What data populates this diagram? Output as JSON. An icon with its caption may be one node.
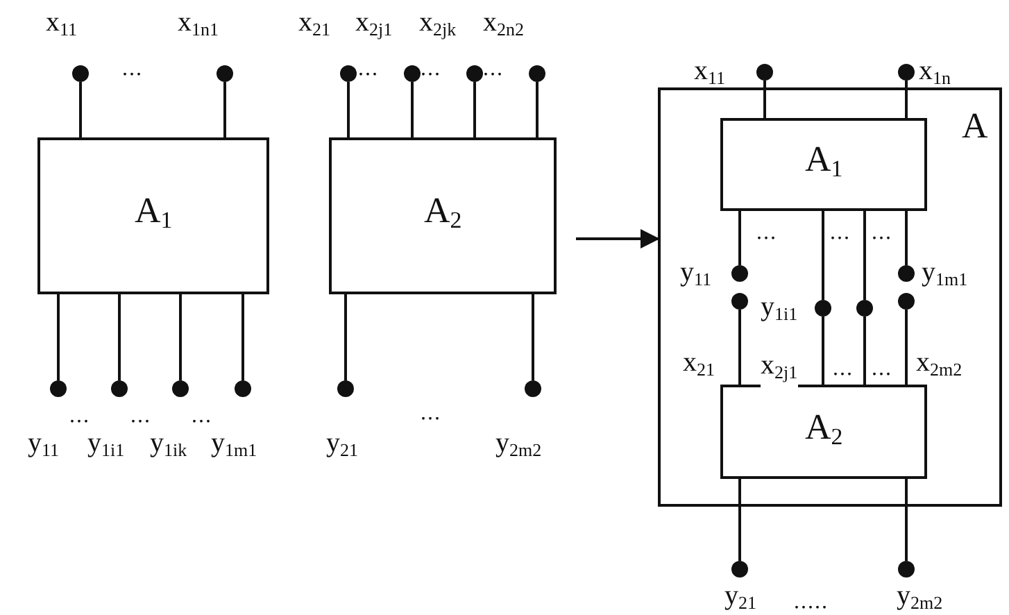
{
  "diagram": {
    "nodes": [
      {
        "text": [
          "A$_{1}$"
        ]
      },
      {
        "text": [
          "x$_{11}$"
        ]
      },
      {
        "text": [
          "x$_{1n1}$"
        ]
      },
      {
        "text": [
          "y$_{11}$"
        ]
      },
      {
        "text": [
          "y$_{1i1}$"
        ]
      },
      {
        "text": [
          "y$_{1ik}$"
        ]
      },
      {
        "text": [
          "y$_{1m1}$"
        ]
      },
      {
        "text": [
          "A$_{2}$"
        ]
      },
      {
        "text": [
          "x$_{21}$"
        ]
      },
      {
        "text": [
          "x$_{2j1}$"
        ]
      },
      {
        "text": [
          "x$_{2jk}$"
        ]
      },
      {
        "text": [
          "x$_{2n2}$"
        ]
      },
      {
        "text": [
          "y$_{21}$"
        ]
      },
      {
        "text": [
          "y$_{2m2}$"
        ]
      },
      {
        "text": [
          "A"
        ]
      },
      {
        "text": [
          "A$_{1}$"
        ],
        "in": 14
      },
      {
        "text": [
          "x$_{11}$"
        ]
      },
      {
        "text": [
          "x$_{1n}$"
        ]
      },
      {
        "text": [
          "y$_{11}$"
        ],
        "in": 14
      },
      {
        "text": [
          "y$_{1m1}$"
        ],
        "in": 14
      },
      {
        "text": [
          "x$_{21}$"
        ],
        "in": 14
      },
      {
        "text": [
          "y$_{1i1}$"
        ],
        "in": 14
      },
      {
        "text": [],
        "shape": "circle",
        "in": 14
      },
      {
        "text": [
          "x$_{2m2}$"
        ],
        "in": 14
      },
      {
        "text": [
          "A$_{2}$"
        ],
        "in": 14
      },
      {
        "text": [
          "y$_{21}$"
        ]
      },
      {
        "text": [
          "y$_{2m2}$"
        ]
      }
    ],
    "edges": [
      {
        "from": 1,
        "to": 0,
        "arrow": "none"
      },
      {
        "from": 2,
        "to": 0,
        "arrow": "none"
      },
      {
        "from": 0,
        "to": 3,
        "arrow": "none"
      },
      {
        "from": 0,
        "to": 4,
        "arrow": "none"
      },
      {
        "from": 0,
        "to": 5,
        "arrow": "none"
      },
      {
        "from": 0,
        "to": 6,
        "arrow": "none"
      },
      {
        "from": 8,
        "to": 7,
        "arrow": "none"
      },
      {
        "from": 9,
        "to": 7,
        "arrow": "none"
      },
      {
        "from": 10,
        "to": 7,
        "arrow": "none"
      },
      {
        "from": 11,
        "to": 7,
        "arrow": "none"
      },
      {
        "from": 7,
        "to": 12,
        "arrow": "none"
      },
      {
        "from": 7,
        "to": 13,
        "arrow": "none"
      },
      {
        "from": null,
        "to": 14,
        "arrow": "to"
      },
      {
        "from": 16,
        "to": 15,
        "arrow": "none"
      },
      {
        "from": 17,
        "to": 15,
        "arrow": "none"
      },
      {
        "from": 15,
        "to": 18,
        "arrow": "none"
      },
      {
        "from": 15,
        "to": 21,
        "arrow": "none"
      },
      {
        "from": 15,
        "to": 22,
        "arrow": "none"
      },
      {
        "from": 15,
        "to": 19,
        "arrow": "none"
      },
      {
        "from": 20,
        "to": 24,
        "arrow": "none"
      },
      {
        "from": 21,
        "to": 24,
        "arrow": "none",
        "label": "x$_{2j1}$"
      },
      {
        "from": 22,
        "to": 24,
        "arrow": "none"
      },
      {
        "from": 23,
        "to": 24,
        "arrow": "none"
      },
      {
        "from": 24,
        "to": 25,
        "arrow": "none"
      },
      {
        "from": 24,
        "to": 26,
        "arrow": "none"
      }
    ],
    "labels": [
      "...",
      "...",
      "...",
      "...",
      "...",
      "...",
      "...",
      "...",
      "...",
      "...",
      "...",
      "...",
      "...",
      "....."
    ]
  }
}
